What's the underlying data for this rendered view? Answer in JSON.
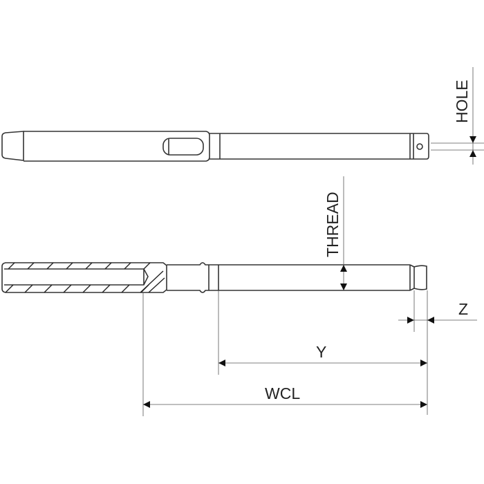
{
  "labels": {
    "hole": "HOLE",
    "thread": "THREAD",
    "z": "Z",
    "y": "Y",
    "wcl": "WCL"
  }
}
